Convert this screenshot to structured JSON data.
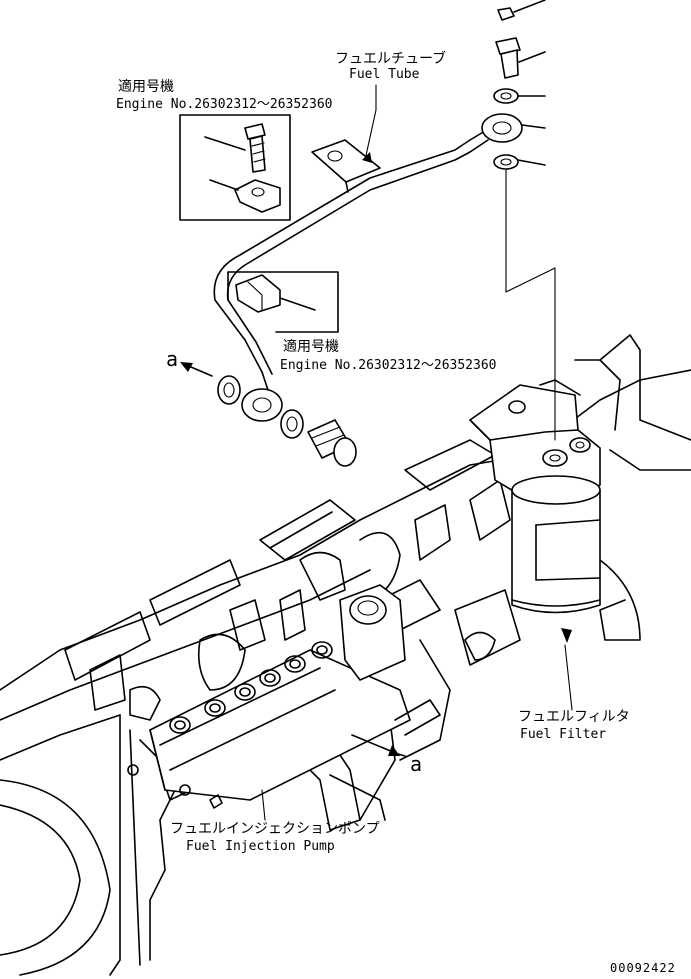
{
  "labels": {
    "fuel_tube_jp": "フュエルチューブ",
    "fuel_tube_en": "Fuel Tube",
    "serial_note_top_jp": "適用号機",
    "serial_note_top_en": "Engine No.26302312～26352360",
    "serial_note_mid_jp": "適用号機",
    "serial_note_mid_en": "Engine No.26302312～26352360",
    "view_a_upper": "a",
    "view_a_lower": "a",
    "fuel_filter_jp": "フュエルフィルタ",
    "fuel_filter_en": "Fuel Filter",
    "injection_pump_jp": "フュエルインジェクションポンプ",
    "injection_pump_en": "Fuel Injection Pump",
    "drawing_number": "00092422"
  }
}
